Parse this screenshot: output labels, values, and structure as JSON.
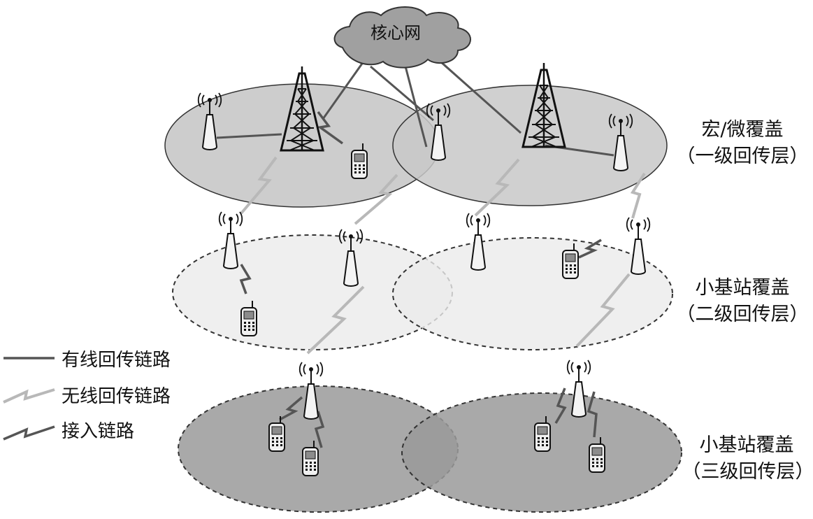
{
  "cloud": {
    "label": "核心网"
  },
  "layers": [
    {
      "title": "宏/微覆盖",
      "subtitle": "（一级回传层）"
    },
    {
      "title": "小基站覆盖",
      "subtitle": "（二级回传层）"
    },
    {
      "title": "小基站覆盖",
      "subtitle": "（三级回传层）"
    }
  ],
  "legend": {
    "wired": "有线回传链路",
    "wireless": "无线回传链路",
    "access": "接入链路"
  },
  "colors": {
    "layer1_fill": "#c8c8c8",
    "layer2_fill": "#ebebeb",
    "layer3_fill": "#9a9a9a",
    "wired_link": "#555555",
    "wireless_link": "#b8b8b8",
    "access_link": "#555555",
    "cloud_fill": "#a0a0a0"
  }
}
